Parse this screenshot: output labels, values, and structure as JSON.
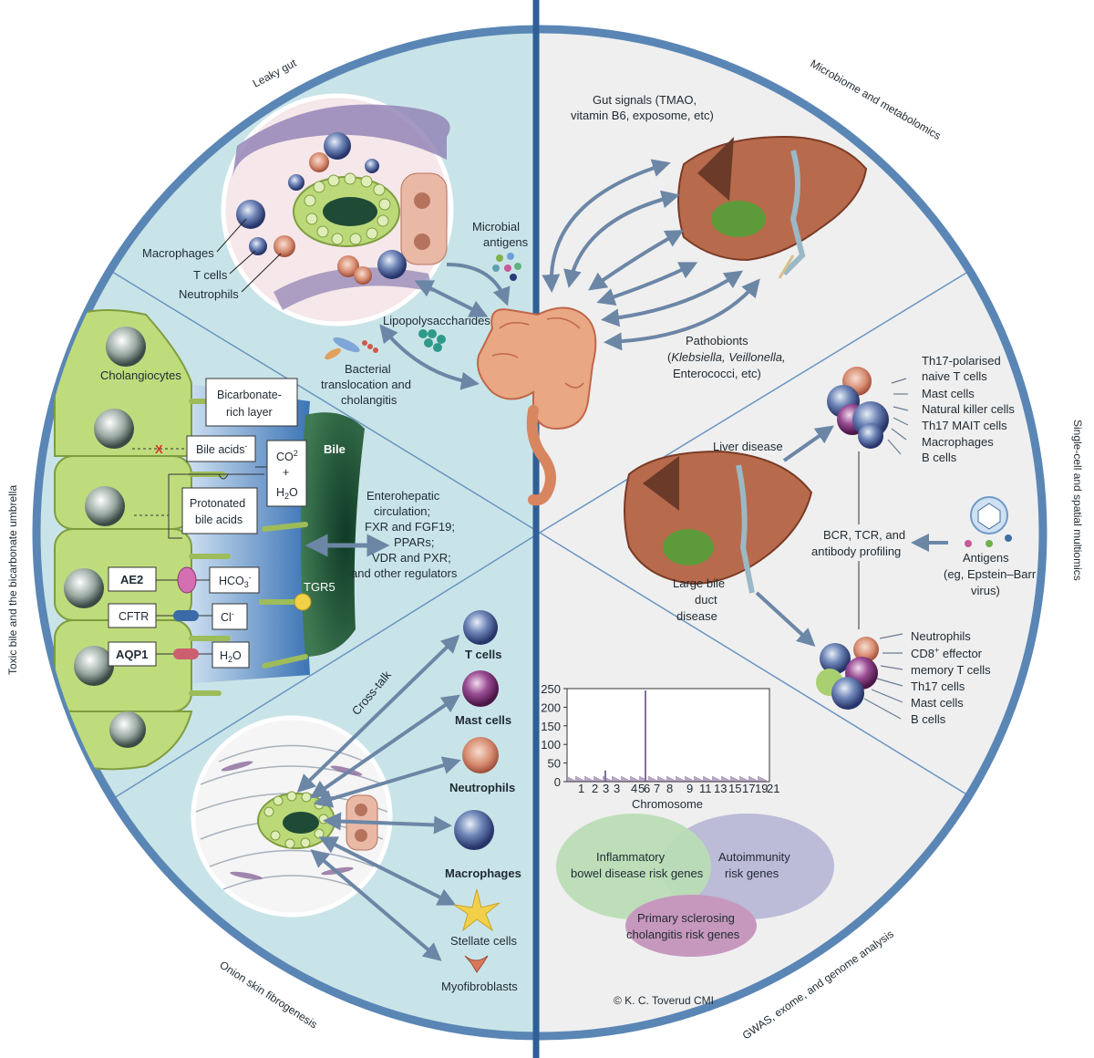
{
  "sectors": {
    "leaky_gut": "Leaky gut",
    "microbiome": "Microbiome and metabolomics",
    "single_cell": "Single-cell and spatial multiomics",
    "gwas": "GWAS, exome, and genome analysis",
    "onion_skin": "Onion skin fibrogenesis",
    "toxic_bile": "Toxic bile and the bicarbonate umbrella"
  },
  "leaky_gut": {
    "macrophages": "Macrophages",
    "t_cells": "T cells",
    "neutrophils": "Neutrophils",
    "microbial_antigens_1": "Microbial",
    "microbial_antigens_2": "antigens",
    "lipopolysaccharides": "Lipopolysaccharides",
    "bacterial_1": "Bacterial",
    "bacterial_2": "translocation and",
    "bacterial_3": "cholangitis"
  },
  "microbiome": {
    "gut_signals_1": "Gut signals (TMAO,",
    "gut_signals_2": "vitamin B6, exposome, etc)",
    "pathobionts_1": "Pathobionts",
    "pathobionts_2": "Klebsiella, Veillonella,",
    "pathobionts_3": "Enterococci, etc)",
    "pathobionts_paren": "("
  },
  "toxic_bile": {
    "cholangiocytes": "Cholangiocytes",
    "bicarbonate_1": "Bicarbonate-",
    "bicarbonate_2": "rich layer",
    "bile_acids": "Bile acids",
    "bile_acids_sup": "-",
    "x_mark": "X",
    "co2_1": "CO",
    "co2_sup": "2",
    "co2_plus": "+",
    "h2o_1": "H",
    "h2o_sub": "2",
    "h2o_2": "O",
    "protonated_1": "Protonated",
    "protonated_2": "bile acids",
    "bile": "Bile",
    "ae2": "AE2",
    "cftr": "CFTR",
    "aqp1": "AQP1",
    "hco3_1": "HCO",
    "hco3_sub": "3",
    "hco3_sup": "-",
    "cl": "Cl",
    "cl_sup": "-",
    "h2o_box_1": "H",
    "h2o_box_sub": "2",
    "h2o_box_2": "O",
    "tgr5": "TGR5"
  },
  "enterohepatic": {
    "line1": "Enterohepatic",
    "line2": "circulation;",
    "line3": "FXR and FGF19;",
    "line4": "PPARs;",
    "line5": "VDR and PXR;",
    "line6": "and other regulators"
  },
  "onion_skin": {
    "cross_talk": "Cross-talk",
    "t_cells": "T cells",
    "mast_cells": "Mast cells",
    "neutrophils": "Neutrophils",
    "macrophages": "Macrophages",
    "stellate": "Stellate cells",
    "myofibroblasts": "Myofibroblasts"
  },
  "single_cell": {
    "liver_disease": "Liver disease",
    "large_bile_1": "Large bile",
    "large_bile_2": "duct",
    "large_bile_3": "disease",
    "top_list": [
      "Th17-polarised",
      "naive T cells",
      "Mast cells",
      "Natural killer cells",
      "Th17 MAIT cells",
      "Macrophages",
      "B cells"
    ],
    "bcr_1": "BCR, TCR, and",
    "bcr_2": "antibody profiling",
    "antigens_1": "Antigens",
    "antigens_2": "(eg, Epstein–Barr",
    "antigens_3": "virus)",
    "bottom_list": [
      "Neutrophils",
      "CD8",
      "memory T cells",
      "Th17 cells",
      "Mast cells",
      "B cells"
    ],
    "cd8_sup": "+",
    "cd8_rest": " effector"
  },
  "gwas": {
    "ibd_1": "Inflammatory",
    "ibd_2": "bowel disease risk genes",
    "auto_1": "Autoimmunity",
    "auto_2": "risk genes",
    "psc_1": "Primary sclerosing",
    "psc_2": "cholangitis risk genes"
  },
  "copyright": "© K. C. Toverud CMI",
  "colors": {
    "left_bg": "#c9e4e8",
    "right_bg": "#efefef",
    "ring": "#5a86b5",
    "divider": "#3e6fa3",
    "arrow": "#6c86a6",
    "cell_green": "#bcd97a",
    "liver": "#b86a4c"
  },
  "chart_data": {
    "type": "bar",
    "title": "",
    "xlabel": "Chromosome",
    "ylabel": "",
    "ylim": [
      0,
      250
    ],
    "yticks": [
      "0",
      "50",
      "100",
      "150",
      "200",
      "250"
    ],
    "xticks": [
      "1",
      "2",
      "3",
      "3",
      "4",
      "5",
      "6",
      "7",
      "8",
      "9",
      "11",
      "13",
      "15",
      "17",
      "19",
      "21"
    ],
    "series": [
      {
        "values": [
          {
            "chromosome": "3",
            "peak": 30
          },
          {
            "chromosome": "6",
            "peak": 245
          }
        ]
      }
    ]
  }
}
